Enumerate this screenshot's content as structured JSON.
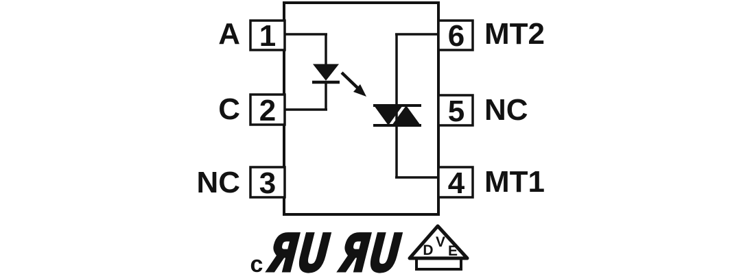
{
  "figure": {
    "type": "pinout-schematic",
    "description": "6-pin DIP optocoupler triac driver pin configuration",
    "ink_color": "#121212",
    "background_color": "#ffffff"
  },
  "pins": {
    "left": [
      {
        "number": "1",
        "name": "A"
      },
      {
        "number": "2",
        "name": "C"
      },
      {
        "number": "3",
        "name": "NC"
      }
    ],
    "right": [
      {
        "number": "6",
        "name": "MT2"
      },
      {
        "number": "5",
        "name": "NC"
      },
      {
        "number": "4",
        "name": "MT1"
      }
    ]
  },
  "internal_symbols": {
    "emitter": "led-diode-icon",
    "coupling": "light-emission-arrow-icon",
    "detector": "triac-icon"
  },
  "certifications": {
    "ul_canada": {
      "prefix": "c",
      "glyph": "ЯU",
      "name": "cUL-recognized-component-mark"
    },
    "ul": {
      "glyph": "ЯU",
      "name": "UL-recognized-component-mark"
    },
    "vde": {
      "letters": [
        "D",
        "V",
        "E"
      ],
      "name": "VDE-certification-mark"
    }
  }
}
